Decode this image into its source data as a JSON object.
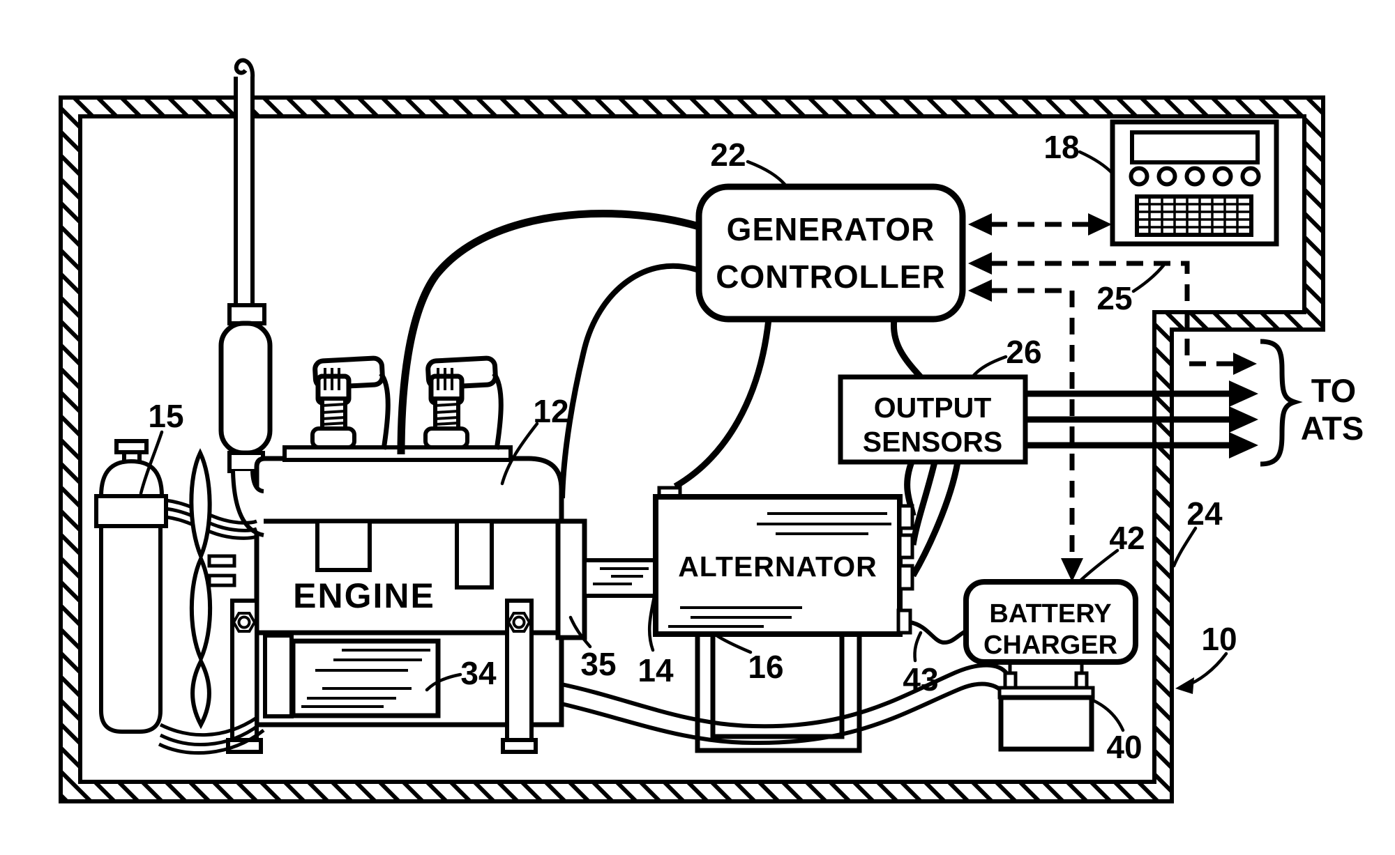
{
  "figure_labels": {
    "controller_line1": "GENERATOR",
    "controller_line2": "CONTROLLER",
    "engine": "ENGINE",
    "alternator": "ALTERNATOR",
    "sensors_line1": "OUTPUT",
    "sensors_line2": "SENSORS",
    "charger_line1": "BATTERY",
    "charger_line2": "CHARGER",
    "ats_line1": "TO",
    "ats_line2": "ATS"
  },
  "reference_numerals": {
    "system": "10",
    "engine": "12",
    "shaft": "14",
    "canister": "15",
    "alternator": "16",
    "keypad": "18",
    "controller": "22",
    "enclosure": "24",
    "ats_link": "25",
    "output_sensors": "26",
    "nameplate": "34",
    "flywheel_housing": "35",
    "battery": "40",
    "battery_charger": "42",
    "charger_wire": "43"
  },
  "colors": {
    "ink": "#000000",
    "paper": "#ffffff"
  }
}
